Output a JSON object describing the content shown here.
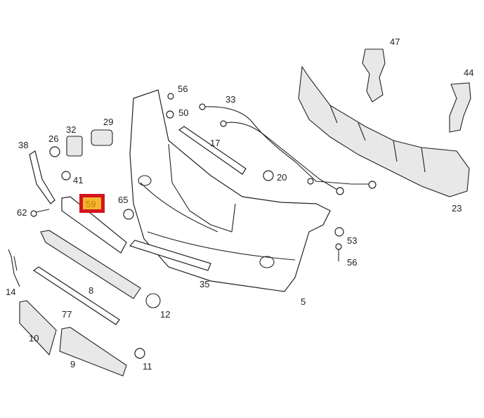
{
  "diagram": {
    "labels": [
      "47",
      "44",
      "56",
      "33",
      "50",
      "29",
      "32",
      "26",
      "38",
      "17",
      "20",
      "41",
      "59",
      "65",
      "62",
      "23",
      "53",
      "56",
      "14",
      "8",
      "35",
      "5",
      "77",
      "12",
      "10",
      "9",
      "11"
    ],
    "highlight": {
      "label": "59",
      "fill": "#f5b731",
      "border": "#d4151c"
    }
  }
}
